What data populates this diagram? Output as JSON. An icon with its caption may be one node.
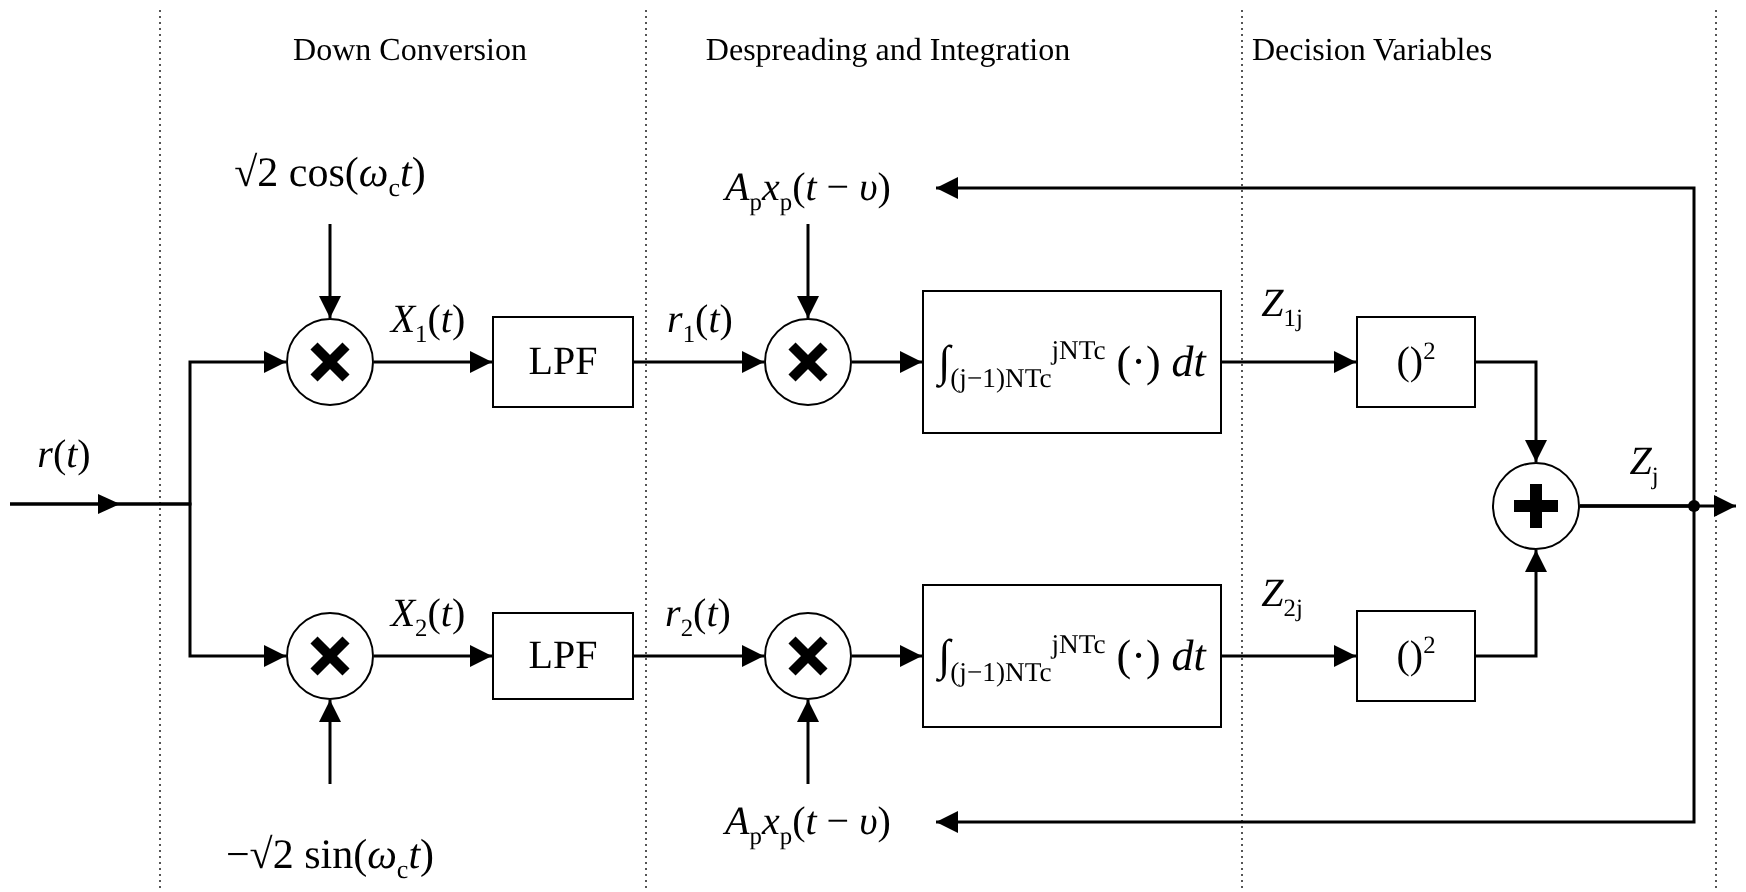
{
  "diagram": {
    "nodes": [
      {
        "text": [
          "√2 cos(*ω*$_{c}$*t*)"
        ]
      },
      {
        "text": [],
        "shape": "circle"
      },
      {
        "text": [
          "LPF"
        ]
      },
      {
        "text": [
          "*A*$_{p}$*x*$_{p}$(*t* − *υ*)"
        ]
      },
      {
        "text": [],
        "shape": "circle"
      },
      {
        "text": [
          "∫$_{(j−1)NTc}$$^{jNTc}$ (·) *dt*"
        ]
      },
      {
        "text": [
          "()$^{2}$"
        ]
      },
      {
        "text": [],
        "shape": "circle"
      },
      {
        "text": [],
        "shape": "circle"
      },
      {
        "text": [
          "LPF"
        ]
      },
      {
        "text": [],
        "shape": "circle"
      },
      {
        "text": [
          "∫$_{(j−1)NTc}$$^{jNTc}$ (·) *dt*"
        ]
      },
      {
        "text": [
          "()$^{2}$"
        ]
      },
      {
        "text": [
          "−√2 sin(*ω*$_{c}$*t*)"
        ]
      },
      {
        "text": [
          "*A*$_{p}$*x*$_{p}$(*t* − *υ*)"
        ]
      }
    ],
    "edges": [
      {
        "from": null,
        "to": 1,
        "arrow": "to"
      },
      {
        "from": null,
        "to": 8,
        "arrow": "to"
      },
      {
        "from": 0,
        "to": 1,
        "arrow": "to"
      },
      {
        "from": 1,
        "to": 2,
        "arrow": "to",
        "label": "*X*$_{1}$(*t*)"
      },
      {
        "from": 2,
        "to": 4,
        "arrow": "to",
        "label": "*r*$_{1}$(*t*)"
      },
      {
        "from": 3,
        "to": 4,
        "arrow": "to"
      },
      {
        "from": 4,
        "to": 5,
        "arrow": "to"
      },
      {
        "from": 5,
        "to": 6,
        "arrow": "to",
        "label": "*Z*$_{1j}$"
      },
      {
        "from": 6,
        "to": 7,
        "arrow": "to"
      },
      {
        "from": 7,
        "to": null,
        "arrow": "to",
        "label": "*Z*$_{j}$"
      },
      {
        "from": 7,
        "to": 3,
        "arrow": "to"
      },
      {
        "from": 7,
        "to": 14,
        "arrow": "to"
      },
      {
        "from": 13,
        "to": 8,
        "arrow": "to"
      },
      {
        "from": 8,
        "to": 9,
        "arrow": "to",
        "label": "*X*$_{2}$(*t*)"
      },
      {
        "from": 9,
        "to": 10,
        "arrow": "to",
        "label": "*r*$_{2}$(*t*)"
      },
      {
        "from": 14,
        "to": 10,
        "arrow": "to"
      },
      {
        "from": 10,
        "to": 11,
        "arrow": "to"
      },
      {
        "from": 11,
        "to": 12,
        "arrow": "to",
        "label": "*Z*$_{2j}$"
      },
      {
        "from": 12,
        "to": 7,
        "arrow": "to"
      }
    ],
    "labels": [
      "Down Conversion",
      "Despreading and Integration",
      "Decision Variables",
      "*r*(*t*)"
    ]
  }
}
